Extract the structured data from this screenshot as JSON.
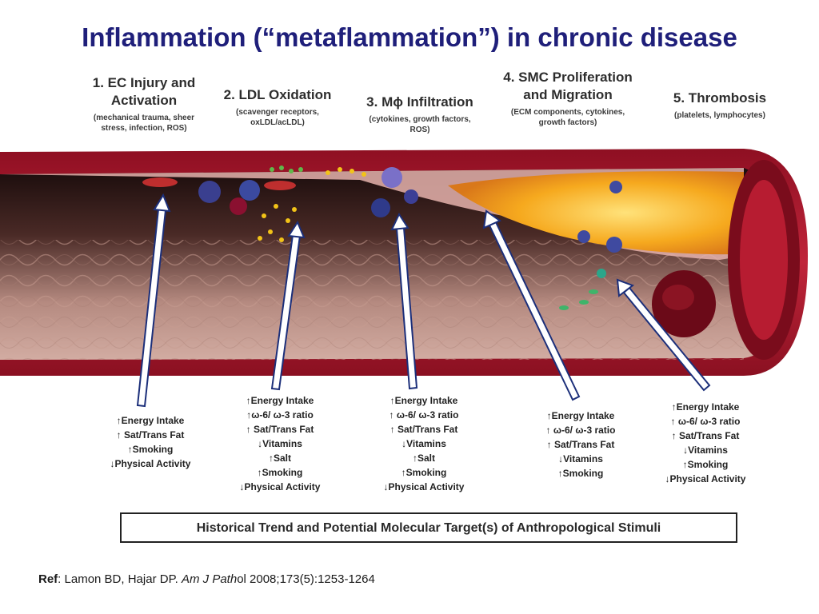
{
  "title": "Inflammation (“metaflammation”) in chronic disease",
  "stages": [
    {
      "heading_lines": [
        "1. EC Injury and",
        "Activation"
      ],
      "sub_lines": [
        "(mechanical trauma, sheer",
        "stress, infection, ROS)"
      ]
    },
    {
      "heading_lines": [
        "2. LDL Oxidation"
      ],
      "sub_lines": [
        "(scavenger receptors,",
        "oxLDL/acLDL)"
      ]
    },
    {
      "heading_lines": [
        "3. Mϕ Infiltration"
      ],
      "sub_lines": [
        "(cytokines, growth factors,",
        "ROS)"
      ]
    },
    {
      "heading_lines": [
        "4. SMC Proliferation",
        "and Migration"
      ],
      "sub_lines": [
        "(ECM components, cytokines,",
        "growth factors)"
      ]
    },
    {
      "heading_lines": [
        "5. Thrombosis"
      ],
      "sub_lines": [
        "(platelets, lymphocytes)"
      ]
    }
  ],
  "stimuli": [
    [
      "↑Energy Intake",
      "↑ Sat/Trans Fat",
      "↑Smoking",
      "↓Physical Activity"
    ],
    [
      "↑Energy Intake",
      "↑ω-6/ ω-3 ratio",
      "↑ Sat/Trans Fat",
      "↓Vitamins",
      "↑Salt",
      "↑Smoking",
      "↓Physical Activity"
    ],
    [
      "↑Energy Intake",
      "↑ ω-6/ ω-3 ratio",
      "↑ Sat/Trans Fat",
      "↓Vitamins",
      "↑Salt",
      "↑Smoking",
      "↓Physical Activity"
    ],
    [
      "↑Energy Intake",
      "↑ ω-6/ ω-3 ratio",
      "↑ Sat/Trans Fat",
      "↓Vitamins",
      "↑Smoking"
    ],
    [
      "↑Energy Intake",
      "↑ ω-6/ ω-3 ratio",
      "↑ Sat/Trans Fat",
      "↓Vitamins",
      "↑Smoking",
      "↓Physical Activity"
    ]
  ],
  "footer": "Historical Trend and Potential Molecular Target(s) of Anthropological Stimuli",
  "ref": {
    "label": "Ref",
    "sep": ": ",
    "authors": "Lamon BD, Hajar DP. ",
    "journal": "Am J Path",
    "journal_rest": "ol 2008;173(5):1253-1264"
  },
  "colors": {
    "title": "#1f1f7a",
    "vessel_wall": "#a3162b",
    "lumen": "#1b1010",
    "plaque": "#f4a21a",
    "arrow": "#ffffff"
  }
}
